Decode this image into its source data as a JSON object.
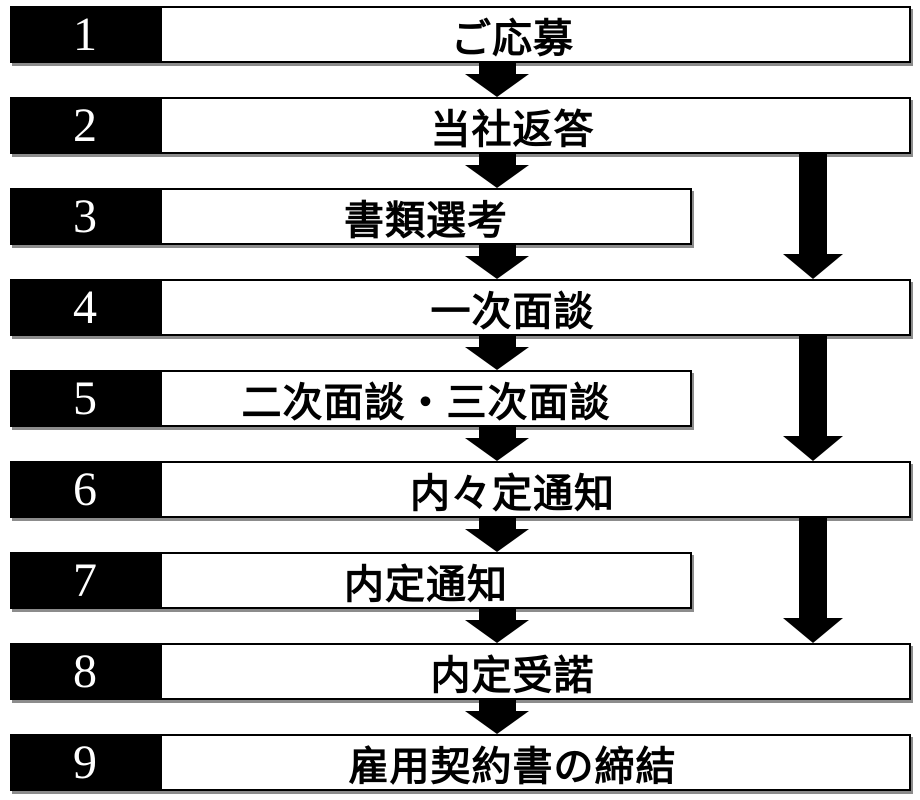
{
  "diagram": {
    "type": "vertical-flowchart",
    "language": "ja",
    "colors": {
      "background": "#ffffff",
      "number_box_fill": "#000000",
      "number_text": "#ffffff",
      "label_box_fill": "#ffffff",
      "label_box_border": "#000000",
      "label_text": "#000000",
      "arrow": "#000000"
    },
    "steps": [
      {
        "number": "1",
        "label": "ご応募",
        "box_width": "full"
      },
      {
        "number": "2",
        "label": "当社返答",
        "box_width": "full"
      },
      {
        "number": "3",
        "label": "書類選考",
        "box_width": "short"
      },
      {
        "number": "4",
        "label": "一次面談",
        "box_width": "full"
      },
      {
        "number": "5",
        "label": "二次面談・三次面談",
        "box_width": "short"
      },
      {
        "number": "6",
        "label": "内々定通知",
        "box_width": "full"
      },
      {
        "number": "7",
        "label": "内定通知",
        "box_width": "short"
      },
      {
        "number": "8",
        "label": "内定受諾",
        "box_width": "full"
      },
      {
        "number": "9",
        "label": "雇用契約書の締結",
        "box_width": "full"
      }
    ],
    "flow_arrows": [
      {
        "from_step": "1",
        "to_step": "2"
      },
      {
        "from_step": "2",
        "to_step": "3"
      },
      {
        "from_step": "3",
        "to_step": "4"
      },
      {
        "from_step": "4",
        "to_step": "5"
      },
      {
        "from_step": "5",
        "to_step": "6"
      },
      {
        "from_step": "6",
        "to_step": "7"
      },
      {
        "from_step": "7",
        "to_step": "8"
      },
      {
        "from_step": "8",
        "to_step": "9"
      }
    ],
    "skip_arrows": [
      {
        "from_step": "2",
        "to_step": "4",
        "skips": "3"
      },
      {
        "from_step": "4",
        "to_step": "6",
        "skips": "5"
      },
      {
        "from_step": "6",
        "to_step": "8",
        "skips": "7"
      }
    ]
  }
}
